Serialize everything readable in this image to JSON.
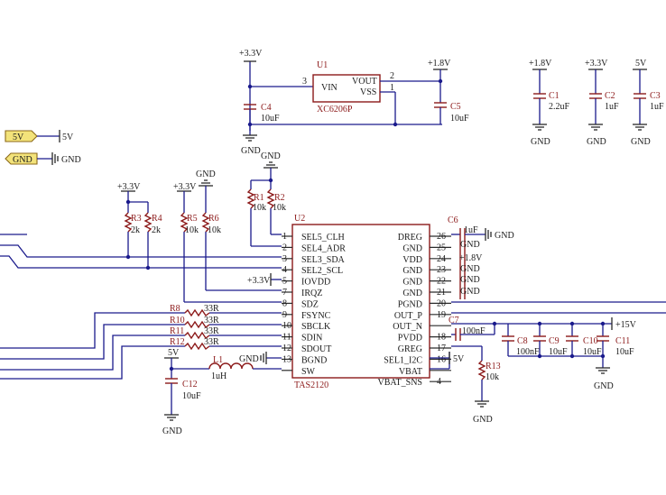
{
  "nets": {
    "v33": "+3.3V",
    "v18": "+1.8V",
    "v5": "5V",
    "gnd": "GND",
    "v15": "+15V"
  },
  "ports": {
    "p5v": "5V",
    "pgnd": "GND"
  },
  "u1": {
    "ref": "U1",
    "part": "XC6206P",
    "pins": {
      "vin": "VIN",
      "vout": "VOUT",
      "vss": "VSS",
      "n3": "3",
      "n2": "2",
      "n1": "1"
    }
  },
  "caps_top": {
    "c4": {
      "ref": "C4",
      "val": "10uF"
    },
    "c5": {
      "ref": "C5",
      "val": "10uF"
    },
    "c1": {
      "ref": "C1",
      "val": "2.2uF"
    },
    "c2": {
      "ref": "C2",
      "val": "1uF"
    },
    "c3": {
      "ref": "C3",
      "val": "1uF"
    }
  },
  "res": {
    "r1": {
      "ref": "R1",
      "val": "10k"
    },
    "r2": {
      "ref": "R2",
      "val": "10k"
    },
    "r3": {
      "ref": "R3",
      "val": "2k"
    },
    "r4": {
      "ref": "R4",
      "val": "2k"
    },
    "r5": {
      "ref": "R5",
      "val": "10k"
    },
    "r6": {
      "ref": "R6",
      "val": "10k"
    },
    "r8": {
      "ref": "R8",
      "val": "33R"
    },
    "r10": {
      "ref": "R10",
      "val": "33R"
    },
    "r11": {
      "ref": "R11",
      "val": "33R"
    },
    "r12": {
      "ref": "R12",
      "val": "33R"
    },
    "r13": {
      "ref": "R13",
      "val": "10k"
    }
  },
  "u2": {
    "ref": "U2",
    "part": "TAS2120",
    "left_pins": [
      {
        "num": "1",
        "name": "SEL5_CLH"
      },
      {
        "num": "2",
        "name": "SEL4_ADR"
      },
      {
        "num": "3",
        "name": "SEL3_SDA"
      },
      {
        "num": "4",
        "name": "SEL2_SCL"
      },
      {
        "num": "5",
        "name": "IOVDD"
      },
      {
        "num": "7",
        "name": "IRQZ"
      },
      {
        "num": "8",
        "name": "SDZ"
      },
      {
        "num": "9",
        "name": "FSYNC"
      },
      {
        "num": "10",
        "name": "SBCLK"
      },
      {
        "num": "11",
        "name": "SDIN"
      },
      {
        "num": "12",
        "name": "SDOUT"
      },
      {
        "num": "13",
        "name": "BGND"
      },
      {
        "num": "",
        "name": "SW"
      }
    ],
    "right_pins": [
      {
        "num": "26",
        "name": "DREG"
      },
      {
        "num": "25",
        "name": "GND"
      },
      {
        "num": "24",
        "name": "VDD"
      },
      {
        "num": "23",
        "name": "GND"
      },
      {
        "num": "22",
        "name": "GND"
      },
      {
        "num": "21",
        "name": "GND"
      },
      {
        "num": "20",
        "name": "PGND"
      },
      {
        "num": "19",
        "name": "OUT_P"
      },
      {
        "num": "",
        "name": "OUT_N"
      },
      {
        "num": "18",
        "name": "PVDD"
      },
      {
        "num": "17",
        "name": "GREG"
      },
      {
        "num": "16",
        "name": "SEL1_I2C"
      },
      {
        "num": "",
        "name": "VBAT"
      },
      {
        "num": "4",
        "name": "VBAT_SNS"
      }
    ]
  },
  "caps_bot": {
    "c6": {
      "ref": "C6",
      "val": "1uF"
    },
    "c7": {
      "ref": "C7",
      "val": "100nF"
    },
    "c8": {
      "ref": "C8",
      "val": "100nF"
    },
    "c9": {
      "ref": "C9",
      "val": "10uF"
    },
    "c10": {
      "ref": "C10",
      "val": "10uF"
    },
    "c11": {
      "ref": "C11",
      "val": "10uF"
    },
    "c12": {
      "ref": "C12",
      "val": "10uF"
    }
  },
  "l1": {
    "ref": "L1",
    "val": "1uH"
  }
}
